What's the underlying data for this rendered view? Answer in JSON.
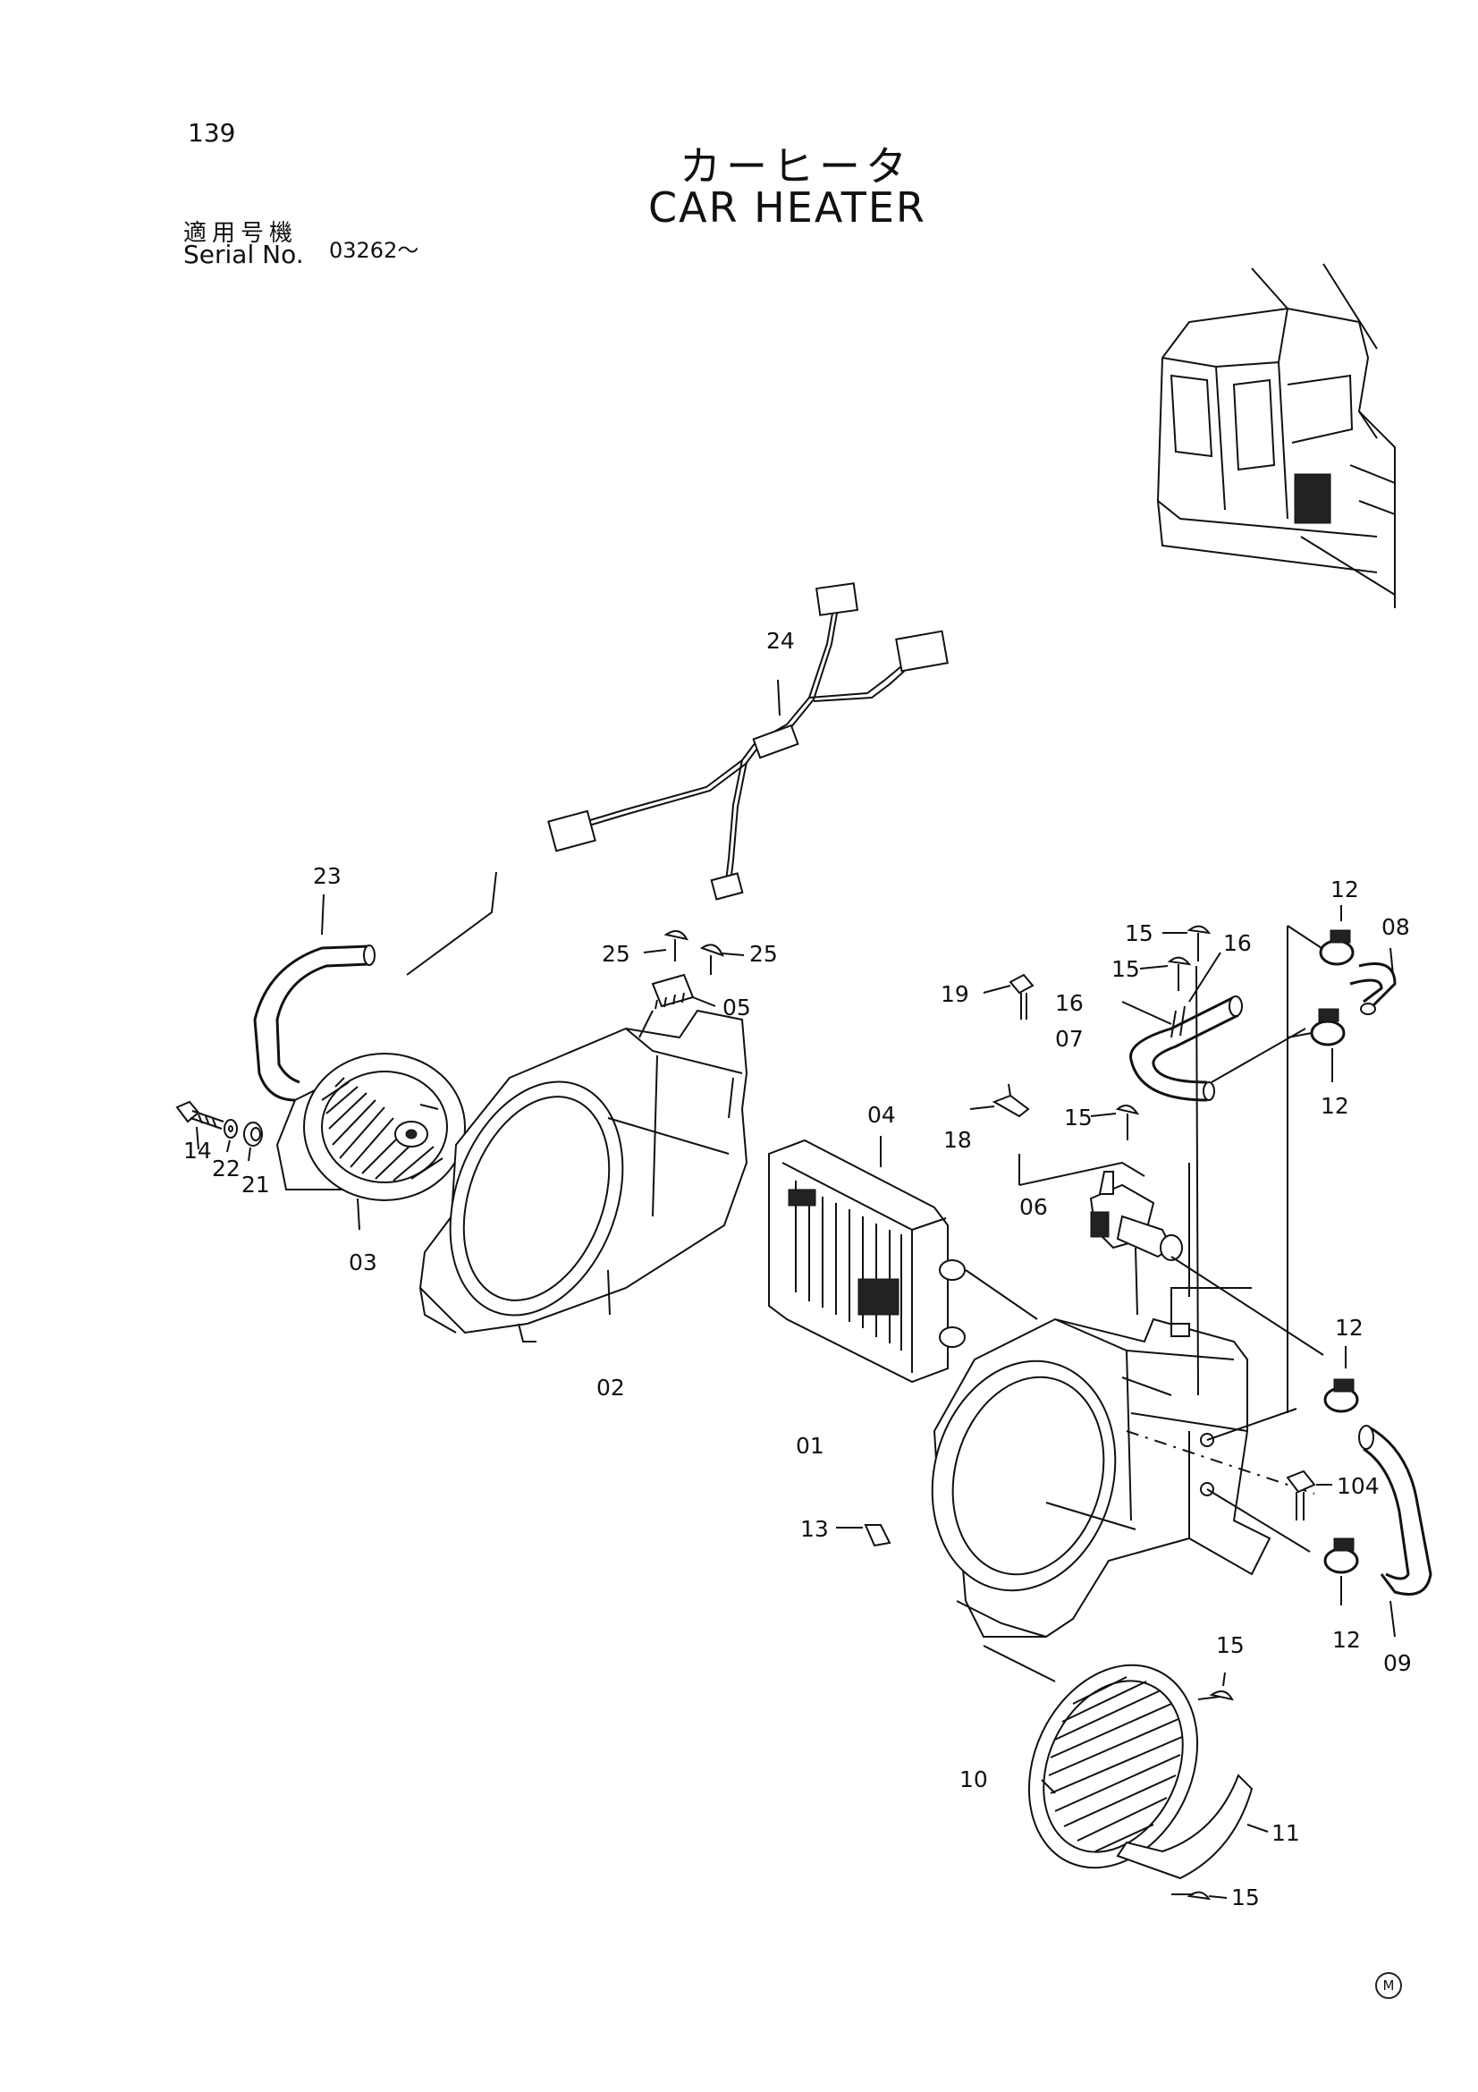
{
  "page_number": "139",
  "title_japanese": "カーヒータ",
  "title_english": "CAR HEATER",
  "serial_label_japanese": "適用号機",
  "serial_label_english": "Serial No.",
  "serial_value": "03262～",
  "corner_mark": "M",
  "part_labels": {
    "p01": "01",
    "p02": "02",
    "p03": "03",
    "p04": "04",
    "p05": "05",
    "p06": "06",
    "p07": "07",
    "p08": "08",
    "p09": "09",
    "p10": "10",
    "p11": "11",
    "p12a": "12",
    "p12b": "12",
    "p12c": "12",
    "p12d": "12",
    "p13": "13",
    "p14": "14",
    "p15a": "15",
    "p15b": "15",
    "p15c": "15",
    "p15d": "15",
    "p15e": "15",
    "p16a": "16",
    "p16b": "16",
    "p18": "18",
    "p19": "19",
    "p21": "21",
    "p22": "22",
    "p23": "23",
    "p24": "24",
    "p25a": "25",
    "p25b": "25",
    "p104": "104"
  }
}
